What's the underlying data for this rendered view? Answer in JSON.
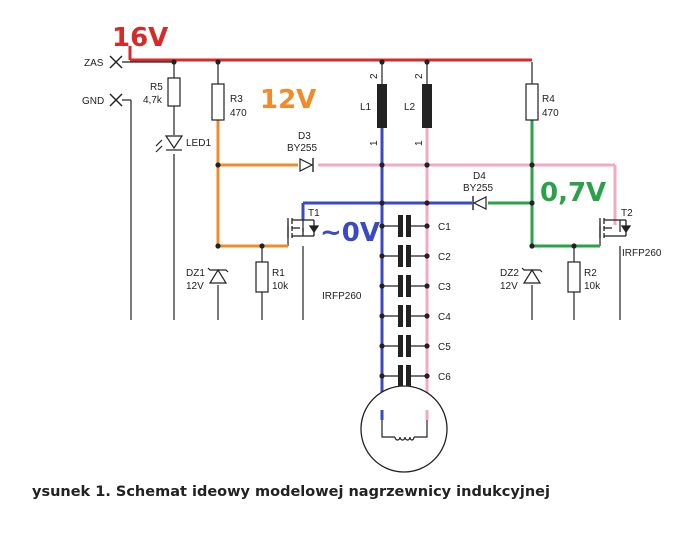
{
  "annotations": {
    "v16": "16V",
    "v16_color": "#d42a2a",
    "v12": "12V",
    "v12_color": "#f08a2a",
    "v07": "0,7V",
    "v07_color": "#2aa24a",
    "v0": "~0V",
    "v0_color": "#3a49c4"
  },
  "nets": {
    "supply": "ZAS",
    "ground": "GND"
  },
  "components": {
    "r5": "R5",
    "r5_val": "4,7k",
    "led1": "LED1",
    "r3": "R3",
    "r3_val": "470",
    "d3": "D3",
    "d3_part": "BY255",
    "t1": "T1",
    "t1_part": "IRFP260",
    "dz1": "DZ1",
    "dz1_val": "12V",
    "r1": "R1",
    "r1_val": "10k",
    "l1": "L1",
    "l2": "L2",
    "c1": "C1",
    "c2": "C2",
    "c3": "C3",
    "c4": "C4",
    "c5": "C5",
    "c6": "C6",
    "r4": "R4",
    "r4_val": "470",
    "d4": "D4",
    "d4_part": "BY255",
    "t2": "T2",
    "t2_part": "IRFP260",
    "dz2": "DZ2",
    "dz2_val": "12V",
    "r2": "R2",
    "r2_val": "10k",
    "pin1": "1",
    "pin2": "2"
  },
  "wire_colors": {
    "red": "#d42a2a",
    "orange": "#f08a2a",
    "pink": "#f2aac4",
    "blue": "#3a49c4",
    "green": "#2aa24a",
    "black": "#222222"
  },
  "caption": "ysunek 1. Schemat ideowy modelowej nagrzewnicy indukcyjnej"
}
